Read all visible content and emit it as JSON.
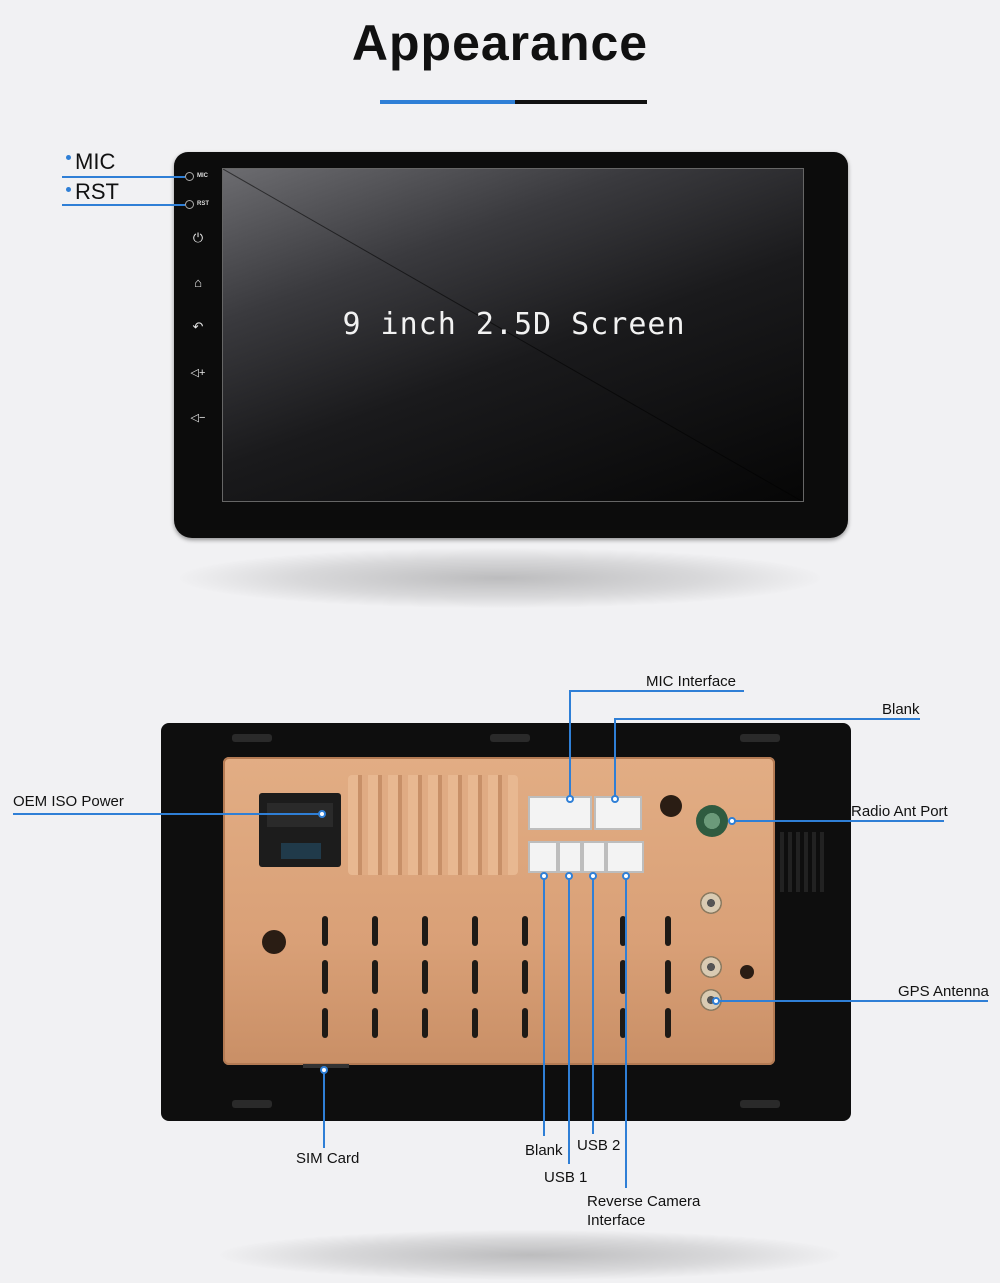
{
  "header": {
    "title": "Appearance"
  },
  "front": {
    "screen_text": "9 inch 2.5D Screen",
    "callouts": {
      "mic": "MIC",
      "rst": "RST"
    },
    "panel_labels": {
      "mic": "MIC",
      "rst": "RST"
    },
    "buttons": [
      {
        "icon": "power-icon",
        "glyph": "⏻"
      },
      {
        "icon": "home-icon",
        "glyph": "⌂"
      },
      {
        "icon": "back-icon",
        "glyph": "↶"
      },
      {
        "icon": "volume-up-icon",
        "glyph": "◁+"
      },
      {
        "icon": "volume-down-icon",
        "glyph": "◁−"
      }
    ]
  },
  "back": {
    "labels": {
      "mic_interface": "MIC Interface",
      "blank_top": "Blank",
      "oem_iso_power": "OEM ISO Power",
      "radio_ant_port": "Radio Ant Port",
      "gps_antenna": "GPS Antenna",
      "sim_card": "SIM Card",
      "blank_bottom": "Blank",
      "usb1": "USB 1",
      "usb2": "USB 2",
      "reverse_camera_line1": "Reverse Camera",
      "reverse_camera_line2": "Interface"
    }
  },
  "colors": {
    "accent": "#2f7fd6",
    "housing": "#d9a37a",
    "bezel": "#111111"
  }
}
